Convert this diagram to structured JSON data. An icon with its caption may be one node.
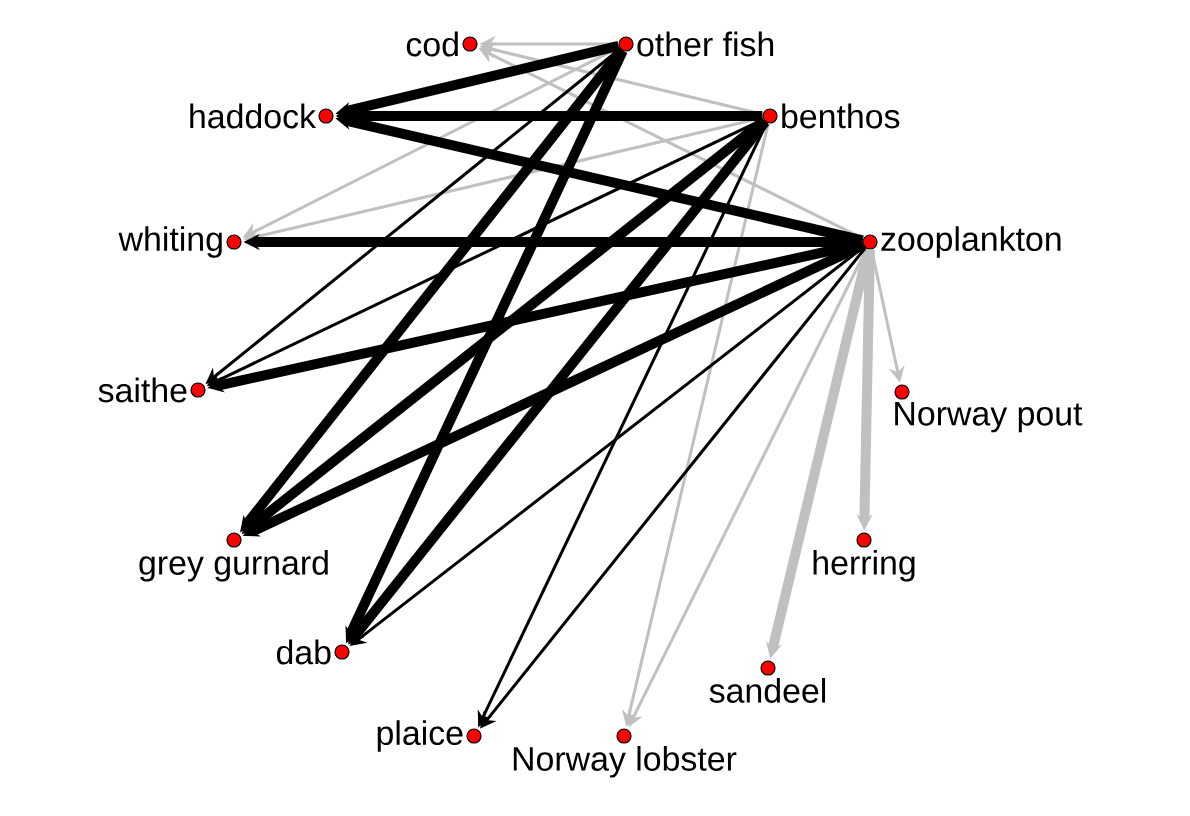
{
  "diagram": {
    "nodes": [
      {
        "text": [
          "cod"
        ]
      },
      {
        "text": [
          "other fish"
        ]
      },
      {
        "text": [
          "haddock"
        ]
      },
      {
        "text": [
          "benthos"
        ]
      },
      {
        "text": [
          "whiting"
        ]
      },
      {
        "text": [
          "zooplankton"
        ]
      },
      {
        "text": [
          "saithe"
        ]
      },
      {
        "text": [
          "Norway pout"
        ]
      },
      {
        "text": [
          "grey gurnard"
        ]
      },
      {
        "text": [
          "herring"
        ]
      },
      {
        "text": [
          "dab"
        ]
      },
      {
        "text": [
          "sandeel"
        ]
      },
      {
        "text": [
          "plaice"
        ]
      },
      {
        "text": [
          "Norway lobster"
        ]
      }
    ],
    "edges": [
      {
        "from": 1,
        "to": 0,
        "arrow": "to",
        "color": "#c0c0c0"
      },
      {
        "from": 3,
        "to": 0,
        "arrow": "to",
        "color": "#c0c0c0"
      },
      {
        "from": 5,
        "to": 0,
        "arrow": "to",
        "color": "#c0c0c0"
      },
      {
        "from": 1,
        "to": 4,
        "arrow": "to",
        "color": "#c0c0c0"
      },
      {
        "from": 3,
        "to": 4,
        "arrow": "to",
        "color": "#c0c0c0"
      },
      {
        "from": 5,
        "to": 7,
        "arrow": "to",
        "color": "#c0c0c0"
      },
      {
        "from": 5,
        "to": 9,
        "arrow": "to",
        "style": "thick",
        "color": "#c0c0c0"
      },
      {
        "from": 5,
        "to": 11,
        "arrow": "to",
        "style": "thick",
        "color": "#c0c0c0"
      },
      {
        "from": 3,
        "to": 13,
        "arrow": "to",
        "color": "#c0c0c0"
      },
      {
        "from": 5,
        "to": 13,
        "arrow": "to",
        "color": "#c0c0c0"
      },
      {
        "from": 1,
        "to": 2,
        "arrow": "to",
        "style": "thick"
      },
      {
        "from": 3,
        "to": 2,
        "arrow": "to",
        "style": "thick"
      },
      {
        "from": 5,
        "to": 2,
        "arrow": "to",
        "style": "thick"
      },
      {
        "from": 5,
        "to": 4,
        "arrow": "to",
        "style": "thick"
      },
      {
        "from": 1,
        "to": 6,
        "arrow": "to"
      },
      {
        "from": 3,
        "to": 6,
        "arrow": "to"
      },
      {
        "from": 5,
        "to": 6,
        "arrow": "to",
        "style": "thick"
      },
      {
        "from": 1,
        "to": 8,
        "arrow": "to",
        "style": "thick"
      },
      {
        "from": 3,
        "to": 8,
        "arrow": "to",
        "style": "thick"
      },
      {
        "from": 5,
        "to": 8,
        "arrow": "to",
        "style": "thick"
      },
      {
        "from": 1,
        "to": 10,
        "arrow": "to",
        "style": "thick"
      },
      {
        "from": 3,
        "to": 10,
        "arrow": "to",
        "style": "thick"
      },
      {
        "from": 5,
        "to": 10,
        "arrow": "to"
      },
      {
        "from": 3,
        "to": 12,
        "arrow": "to"
      },
      {
        "from": 5,
        "to": 12,
        "arrow": "to"
      }
    ]
  }
}
